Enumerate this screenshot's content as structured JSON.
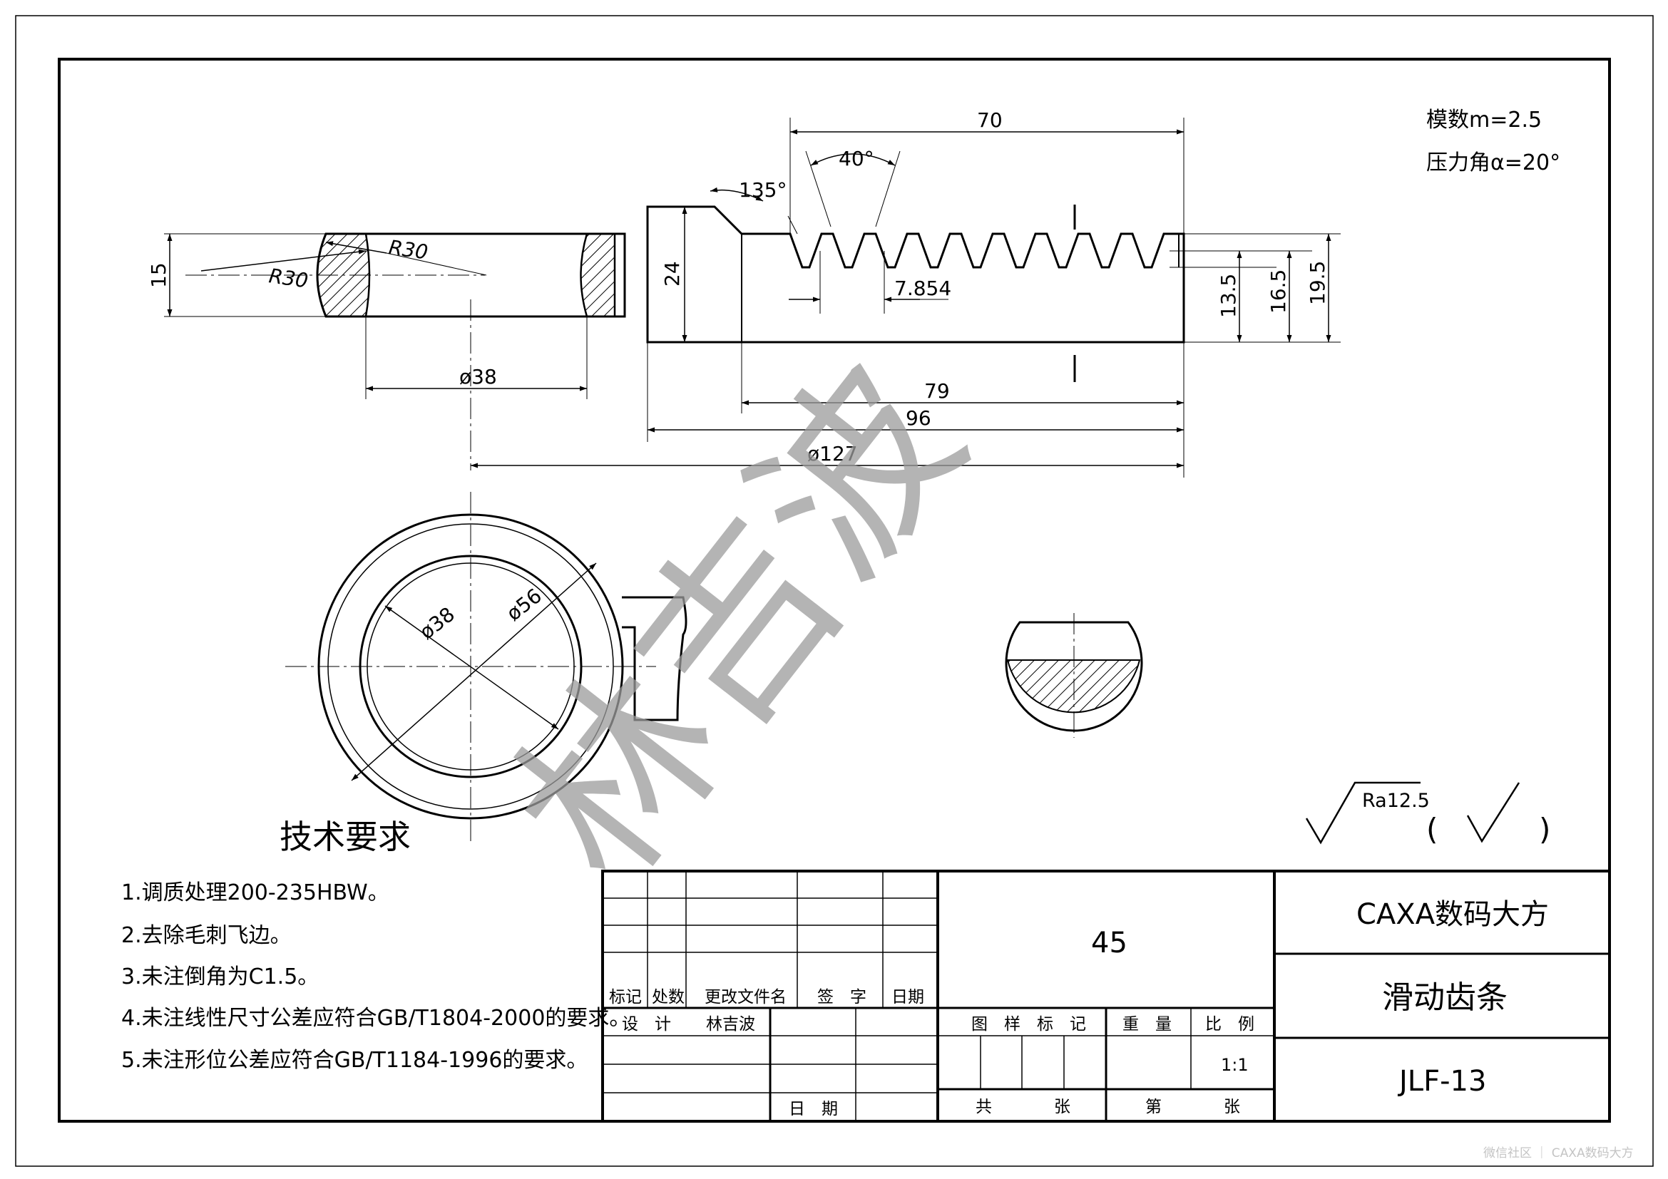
{
  "drawing": {
    "spec": {
      "module": "模数m=2.5",
      "pressure_angle": "压力角α=20°"
    },
    "dimensions": {
      "length_70": "70",
      "angle_40": "40°",
      "angle_135": "135°",
      "r30_a": "R30",
      "r30_b": "R30",
      "h15": "15",
      "h24": "24",
      "pitch": "7.854",
      "h13_5": "13.5",
      "h16_5": "16.5",
      "h19_5": "19.5",
      "dia38_top": "ø38",
      "len79": "79",
      "len96": "96",
      "dia127": "ø127",
      "dia38_circle": "ø38",
      "dia56": "ø56"
    },
    "roughness": {
      "value": "Ra12.5",
      "paren_open": "(",
      "paren_close": ")"
    },
    "tech_req": {
      "title": "技术要求",
      "items": [
        "1.调质处理200-235HBW。",
        "2.去除毛刺飞边。",
        "3.未注倒角为C1.5。",
        "4.未注线性尺寸公差应符合GB/T1804-2000的要求。",
        "5.未注形位公差应符合GB/T1184-1996的要求。"
      ]
    },
    "watermark": "林吉波"
  },
  "title_block": {
    "rev_headers": [
      "标记",
      "处数",
      "更改文件名",
      "签　字",
      "日期"
    ],
    "design_label": "设　计",
    "designer": "林吉波",
    "date_label": "日　期",
    "material": "45",
    "company": "CAXA数码大方",
    "part_name": "滑动齿条",
    "drawing_no": "JLF-13",
    "mark_label": "图　样　标　记",
    "weight_label": "重　量",
    "scale_label": "比　例",
    "scale_value": "1:1",
    "total_label": "共",
    "sheets_label": "张",
    "sheet_label": "第",
    "sheet_label2": "张"
  },
  "footer": {
    "text": "微信社区 ｜ CAXA数码大方"
  }
}
